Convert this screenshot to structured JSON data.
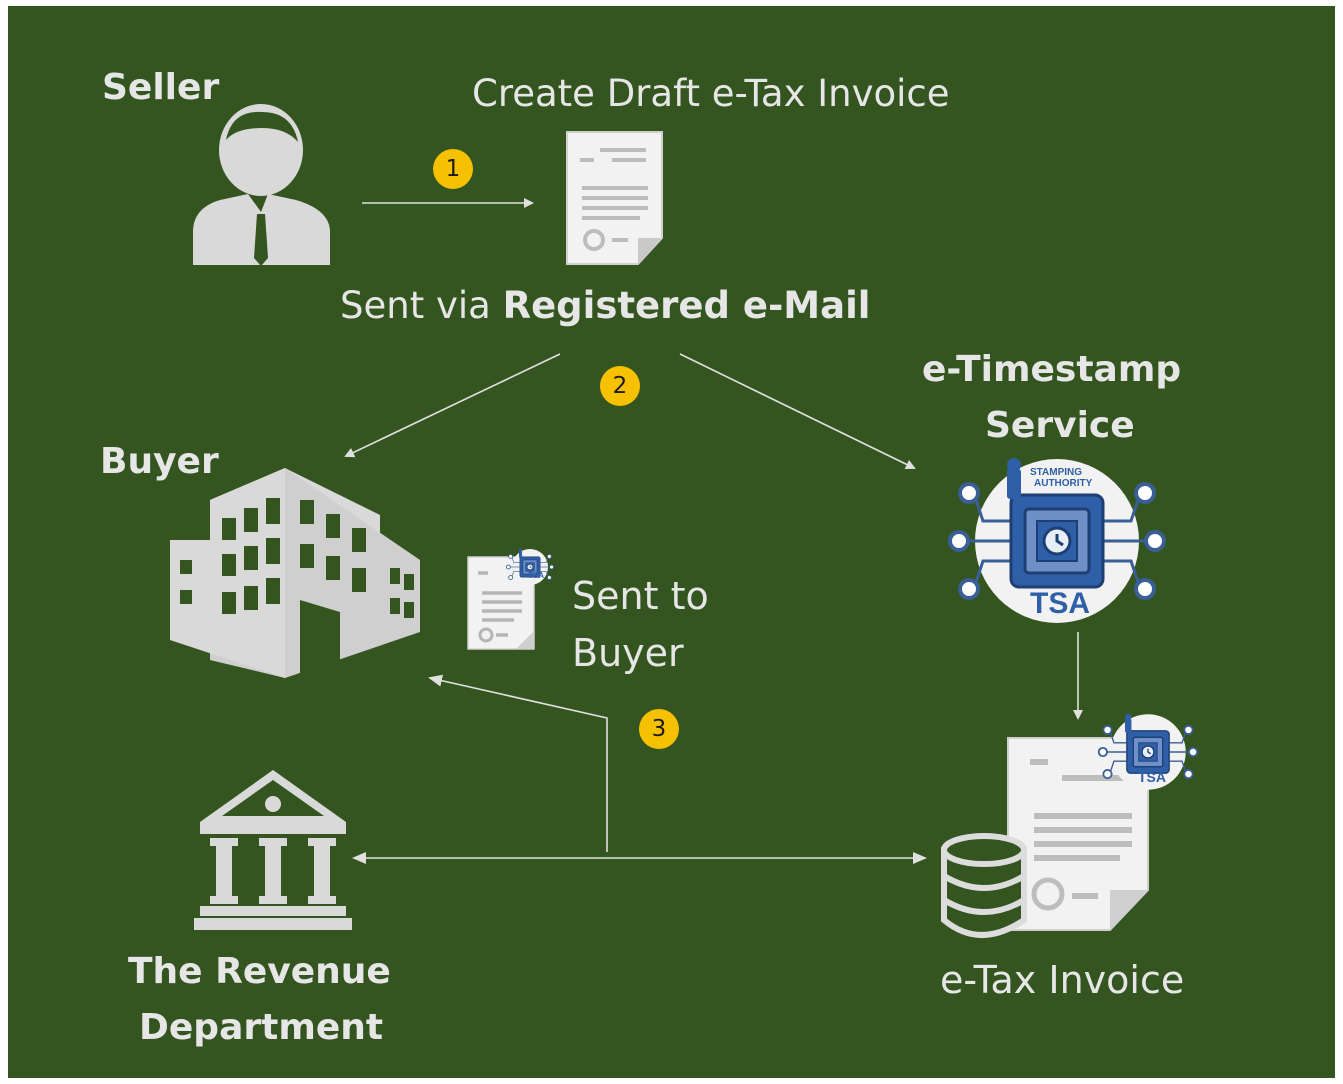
{
  "labels": {
    "seller": "Seller",
    "create_draft": "Create Draft e-Tax Invoice",
    "sent_via_prefix": "Sent via ",
    "sent_via_bold": "Registered e-Mail",
    "timestamp_line1": "e-Timestamp",
    "timestamp_line2": "Service",
    "buyer": "Buyer",
    "sent_to_line1": "Sent to",
    "sent_to_line2": "Buyer",
    "revenue_line1": "The Revenue",
    "revenue_line2": "Department",
    "etax_invoice": "e-Tax Invoice"
  },
  "steps": [
    "1",
    "2",
    "3"
  ],
  "tsa": {
    "text": "TSA",
    "ring_top": "STAMPING",
    "ring_sub": "AUTHORITY"
  },
  "colors": {
    "background": "#345520",
    "icon": "#d9d9d9",
    "badge": "#f6c100",
    "tsa_blue": "#2e5fa7"
  }
}
